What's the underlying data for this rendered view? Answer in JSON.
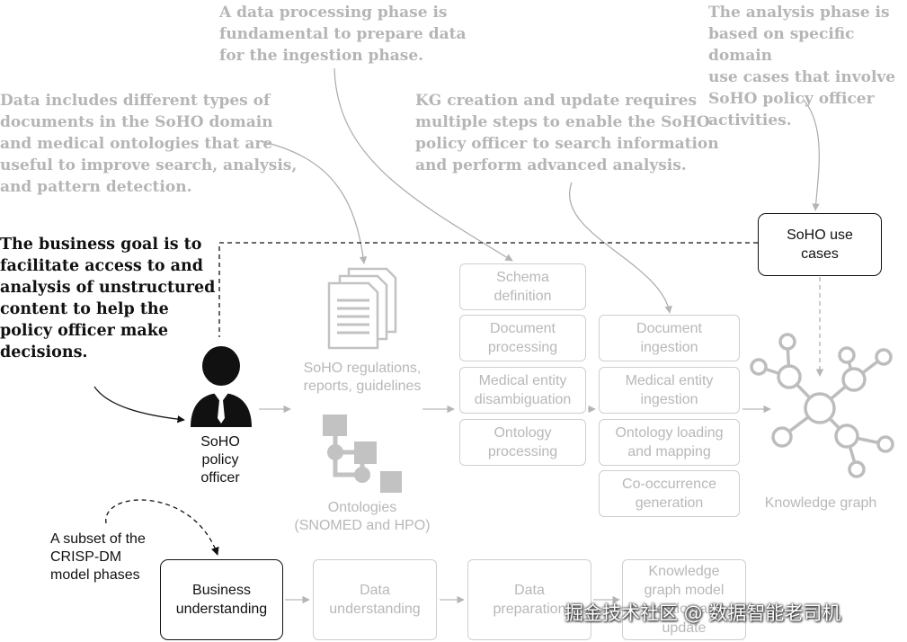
{
  "annotations": {
    "processing_phase": "A data processing phase is\nfundamental to prepare data\nfor the ingestion phase.",
    "analysis_phase": "The analysis phase is\nbased on specific domain\nuse cases that involve\nSoHO policy officer\nactivities.",
    "data_types": "Data includes different types of\ndocuments in the SoHO domain\nand medical ontologies that are\nuseful to improve search, analysis,\nand pattern detection.",
    "kg_creation": "KG creation and update requires\nmultiple steps to enable the SoHO\npolicy officer to search information\nand perform advanced analysis.",
    "business_goal": "The business goal is to\nfacilitate access to and\nanalysis of unstructured\ncontent to help the\npolicy officer make\ndecisions."
  },
  "nodes": {
    "use_cases": "SoHO use\ncases",
    "officer": "SoHO\npolicy\nofficer",
    "regulations": "SoHO regulations,\nreports, guidelines",
    "ontologies": "Ontologies\n(SNOMED and HPO)",
    "knowledge_graph": "Knowledge graph"
  },
  "processing_steps": {
    "schema": "Schema\ndefinition",
    "document": "Document\nprocessing",
    "medical": "Medical entity\ndisambiguation",
    "ontology": "Ontology\nprocessing"
  },
  "ingestion_steps": {
    "document": "Document\ningestion",
    "medical": "Medical entity\ningestion",
    "ontology": "Ontology loading\nand mapping",
    "cooccurrence": "Co-occurrence\ngeneration"
  },
  "crisp_dm": {
    "label": "A subset of the\nCRISP-DM\nmodel phases",
    "business": "Business\nunderstanding",
    "data": "Data\nunderstanding",
    "preparation": "Data\npreparation",
    "kg_model": "Knowledge\ngraph model\ncreation and\nupdate"
  },
  "watermark": "掘金技术社区 @ 数据智能老司机",
  "colors": {
    "dark": "#111111",
    "light": "#b8b8b8",
    "icon": "#c2c2c2",
    "kg": "#bdbdbd"
  }
}
